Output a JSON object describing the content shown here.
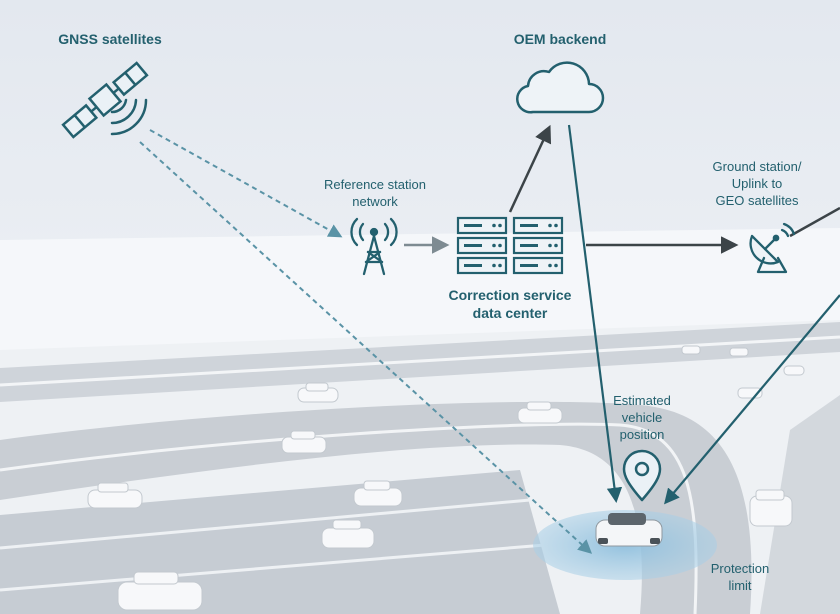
{
  "labels": {
    "gnss": "GNSS satellites",
    "oem": "OEM backend",
    "reference_station": [
      "Reference station",
      "network"
    ],
    "ground_station": [
      "Ground station/",
      "Uplink to",
      "GEO satellites"
    ],
    "correction_center": [
      "Correction service",
      "data center"
    ],
    "estimated_position": [
      "Estimated",
      "vehicle",
      "position"
    ],
    "protection_limit": [
      "Protection",
      "limit"
    ]
  },
  "colors": {
    "accent": "#23606e",
    "dashed_signal": "#5a93a6",
    "arrow_gray": "#7e8b92",
    "protection_zone": "#9cc6e0",
    "road": "#c8cdd3",
    "background": "#e9edf3"
  },
  "icons": {
    "satellite": "satellite-icon",
    "cloud": "cloud-icon",
    "antenna_tower": "antenna-tower-icon",
    "server_rack": "server-rack-icon",
    "dish": "satellite-dish-icon",
    "location_pin": "location-pin-icon"
  }
}
